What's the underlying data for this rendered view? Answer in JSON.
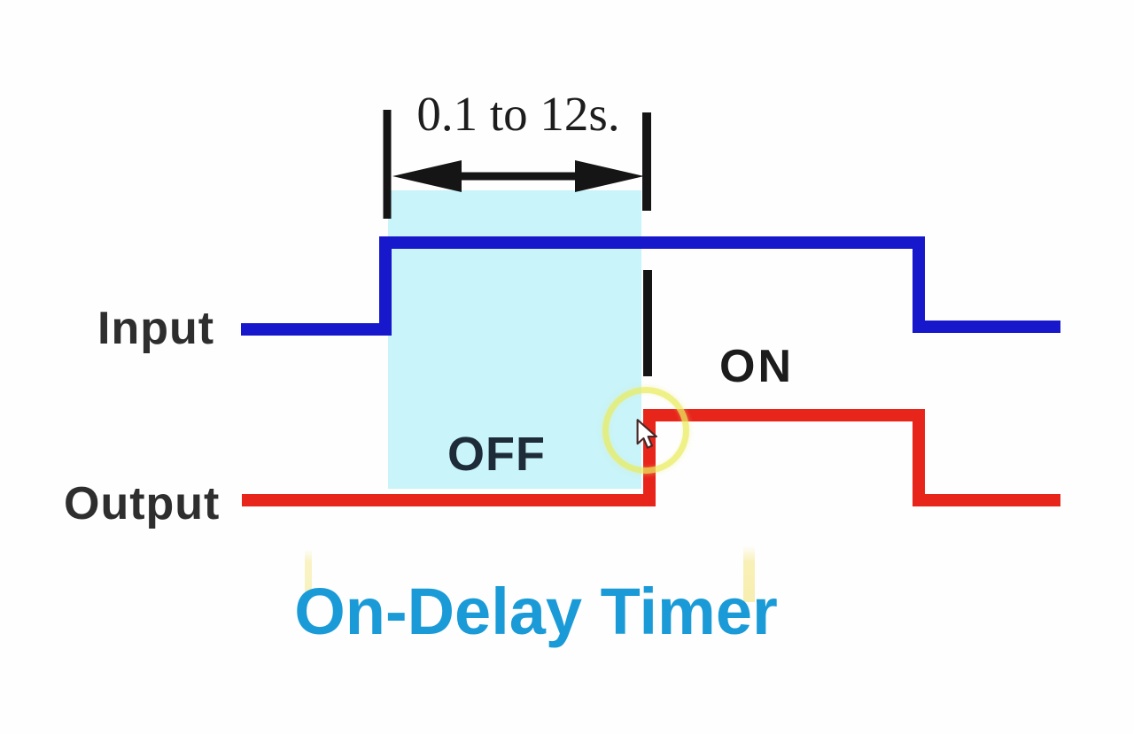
{
  "diagram": {
    "title": "On-Delay Timer",
    "delay_range_label": "0.1 to 12s.",
    "signals": {
      "input": {
        "label": "Input",
        "color": "#1717cc",
        "states": [
          "low",
          "high",
          "low"
        ]
      },
      "output": {
        "label": "Output",
        "color": "#e8251b",
        "states": [
          "low",
          "high",
          "low"
        ],
        "behavior": "turns on after delay once input goes high"
      }
    },
    "state_labels": {
      "off": "OFF",
      "on": "ON"
    },
    "colors": {
      "input_line": "#1717cc",
      "output_line": "#e8251b",
      "delay_region_fill": "#c8f4fa",
      "measurement_marks": "#151515",
      "title_text": "#1a9bd7",
      "highlight_circle": "#e9ec5f",
      "state_text": "#1d2c38"
    },
    "icons": {
      "cursor": "mouse-pointer",
      "arrow": "double-headed-horizontal-arrow"
    }
  }
}
